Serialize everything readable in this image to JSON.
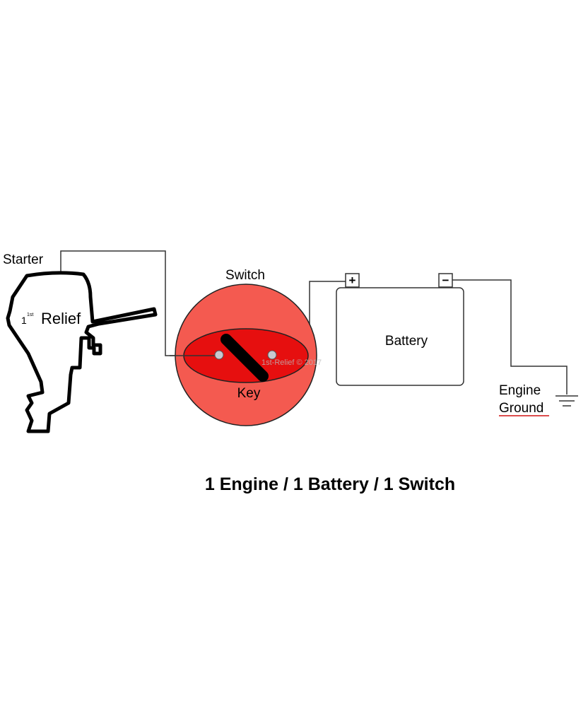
{
  "labels": {
    "starter": "Starter",
    "switch": "Switch",
    "key": "Key",
    "battery": "Battery",
    "plus": "+",
    "minus": "−",
    "engine": "Engine",
    "ground": "Ground",
    "logo_superscript": "1st",
    "logo_text": "Relief",
    "watermark": "1st-Relief © 2017"
  },
  "title": "1 Engine / 1 Battery / 1 Switch",
  "colors": {
    "switch_outer": "#f45a50",
    "switch_inner": "#e60f0f",
    "contact": "#c8c8d0",
    "wire": "#333333",
    "ground_underline": "#d01010"
  }
}
